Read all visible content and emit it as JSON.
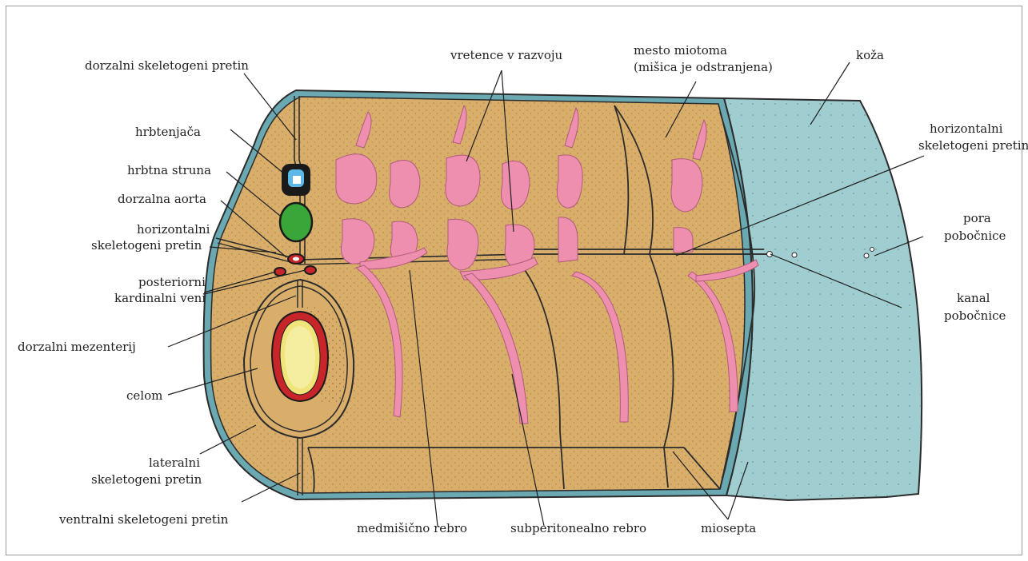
{
  "labels": {
    "dorzalni_skeletogeni_pretin": "dorzalni skeletogeni pretin",
    "hrbtenjaca": "hrbtenjača",
    "hrbtna_struna": "hrbtna struna",
    "dorzalna_aorta": "dorzalna aorta",
    "horizontalni_left_1": "horizontalni",
    "horizontalni_left_2": "skeletogeni pretin",
    "posteriorni_1": "posteriorni",
    "posteriorni_2": "kardinalni veni",
    "dorzalni_mezenterij": "dorzalni mezenterij",
    "celom": "celom",
    "lateralni_1": "lateralni",
    "lateralni_2": "skeletogeni pretin",
    "ventralni": "ventralni skeletogeni pretin",
    "vretence": "vretence v razvoju",
    "mesto_1": "mesto miotoma",
    "mesto_2": "(mišica je odstranjena)",
    "koza": "koža",
    "horizontalni_right_1": "horizontalni",
    "horizontalni_right_2": "skeletogeni pretin",
    "pora_1": "pora",
    "pora_2": "pobočnice",
    "kanal_1": "kanal",
    "kanal_2": "pobočnice",
    "medmisicno": "medmišično rebro",
    "subperitonealno": "subperitonealno rebro",
    "miosepta": "miosepta"
  },
  "colors": {
    "muscle_tan": "#d9ae6b",
    "skin_blue": "#9fcdd0",
    "cartilage_pink": "#ee8fb0",
    "notochord_green": "#3aa63a",
    "gut_red": "#c8252a",
    "gut_yellow": "#f1e47a",
    "outline": "#2b2b2b"
  }
}
